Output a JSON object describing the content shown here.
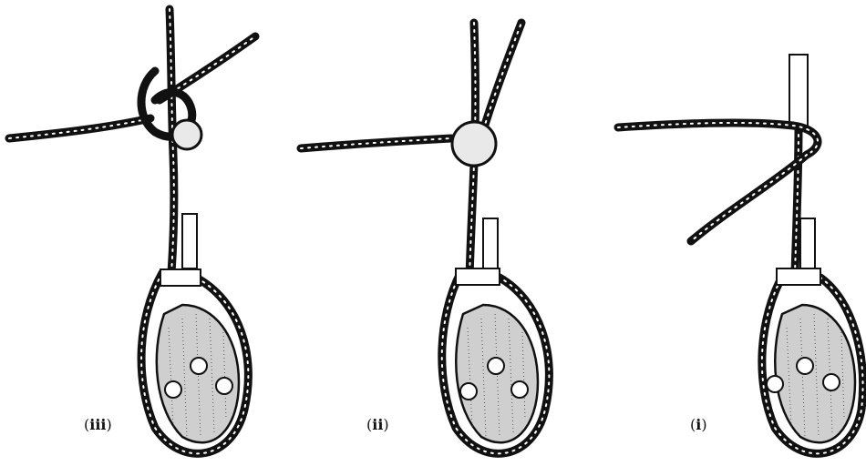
{
  "figures": [
    {
      "id": "iii",
      "label": "iii"
    },
    {
      "id": "ii",
      "label": "ii"
    },
    {
      "id": "i",
      "label": "i"
    }
  ],
  "colors": {
    "ink": "#111111",
    "background": "#ffffff"
  }
}
